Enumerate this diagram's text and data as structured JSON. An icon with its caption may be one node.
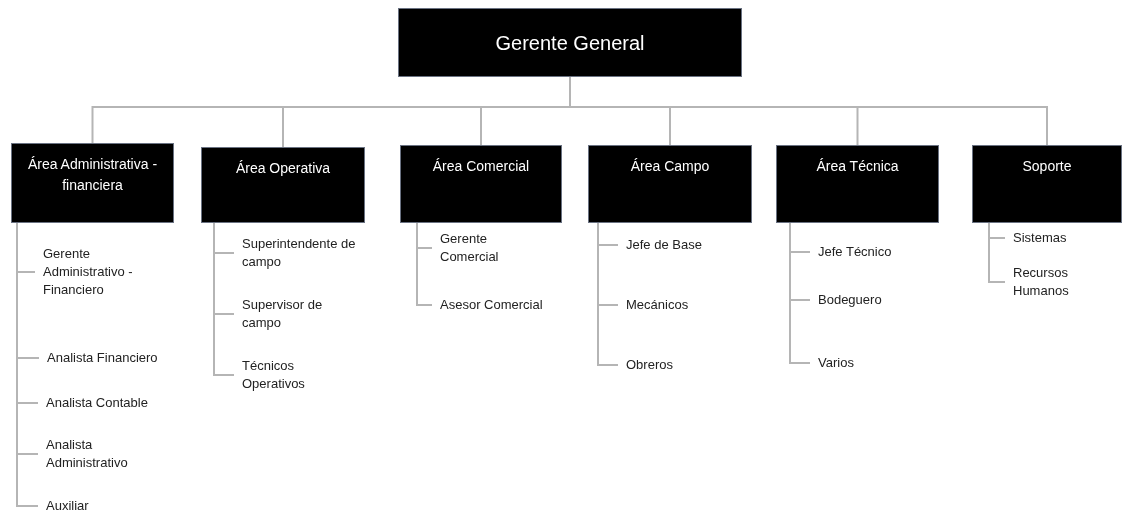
{
  "diagram": {
    "nodes": [
      {
        "text": [
          "Gerente General"
        ]
      },
      {
        "text": [
          "Área Administrativa - financiera"
        ]
      },
      {
        "text": [
          "Gerente Administrativo - Financiero"
        ]
      },
      {
        "text": [
          "Analista Financiero"
        ]
      },
      {
        "text": [
          "Analista Contable"
        ]
      },
      {
        "text": [
          "Analista Administrativo"
        ]
      },
      {
        "text": [
          "Auxiliar"
        ]
      },
      {
        "text": [
          "Área Operativa"
        ]
      },
      {
        "text": [
          "Superintendente de campo"
        ]
      },
      {
        "text": [
          "Supervisor de campo"
        ]
      },
      {
        "text": [
          "Técnicos Operativos"
        ]
      },
      {
        "text": [
          "Área Comercial"
        ]
      },
      {
        "text": [
          "Gerente Comercial"
        ]
      },
      {
        "text": [
          "Asesor Comercial"
        ]
      },
      {
        "text": [
          "Área Campo"
        ]
      },
      {
        "text": [
          "Jefe de Base"
        ]
      },
      {
        "text": [
          "Mecánicos"
        ]
      },
      {
        "text": [
          "Obreros"
        ]
      },
      {
        "text": [
          "Área Técnica"
        ]
      },
      {
        "text": [
          "Jefe Técnico"
        ]
      },
      {
        "text": [
          "Bodeguero"
        ]
      },
      {
        "text": [
          "Varios"
        ]
      },
      {
        "text": [
          "Soporte"
        ]
      },
      {
        "text": [
          "Sistemas"
        ]
      },
      {
        "text": [
          "Recursos Humanos"
        ]
      }
    ],
    "edges": [
      {
        "from": 0,
        "to": 1,
        "arrow": "none"
      },
      {
        "from": 0,
        "to": 7,
        "arrow": "none"
      },
      {
        "from": 0,
        "to": 11,
        "arrow": "none"
      },
      {
        "from": 0,
        "to": 14,
        "arrow": "none"
      },
      {
        "from": 0,
        "to": 18,
        "arrow": "none"
      },
      {
        "from": 0,
        "to": 22,
        "arrow": "none"
      },
      {
        "from": 1,
        "to": 2,
        "arrow": "none"
      },
      {
        "from": 1,
        "to": 3,
        "arrow": "none"
      },
      {
        "from": 1,
        "to": 4,
        "arrow": "none"
      },
      {
        "from": 1,
        "to": 5,
        "arrow": "none"
      },
      {
        "from": 1,
        "to": 6,
        "arrow": "none"
      },
      {
        "from": 7,
        "to": 8,
        "arrow": "none"
      },
      {
        "from": 7,
        "to": 9,
        "arrow": "none"
      },
      {
        "from": 7,
        "to": 10,
        "arrow": "none"
      },
      {
        "from": 11,
        "to": 12,
        "arrow": "none"
      },
      {
        "from": 11,
        "to": 13,
        "arrow": "none"
      },
      {
        "from": 14,
        "to": 15,
        "arrow": "none"
      },
      {
        "from": 14,
        "to": 16,
        "arrow": "none"
      },
      {
        "from": 14,
        "to": 17,
        "arrow": "none"
      },
      {
        "from": 18,
        "to": 19,
        "arrow": "none"
      },
      {
        "from": 18,
        "to": 20,
        "arrow": "none"
      },
      {
        "from": 18,
        "to": 21,
        "arrow": "none"
      },
      {
        "from": 22,
        "to": 23,
        "arrow": "none"
      },
      {
        "from": 22,
        "to": 24,
        "arrow": "none"
      }
    ]
  }
}
